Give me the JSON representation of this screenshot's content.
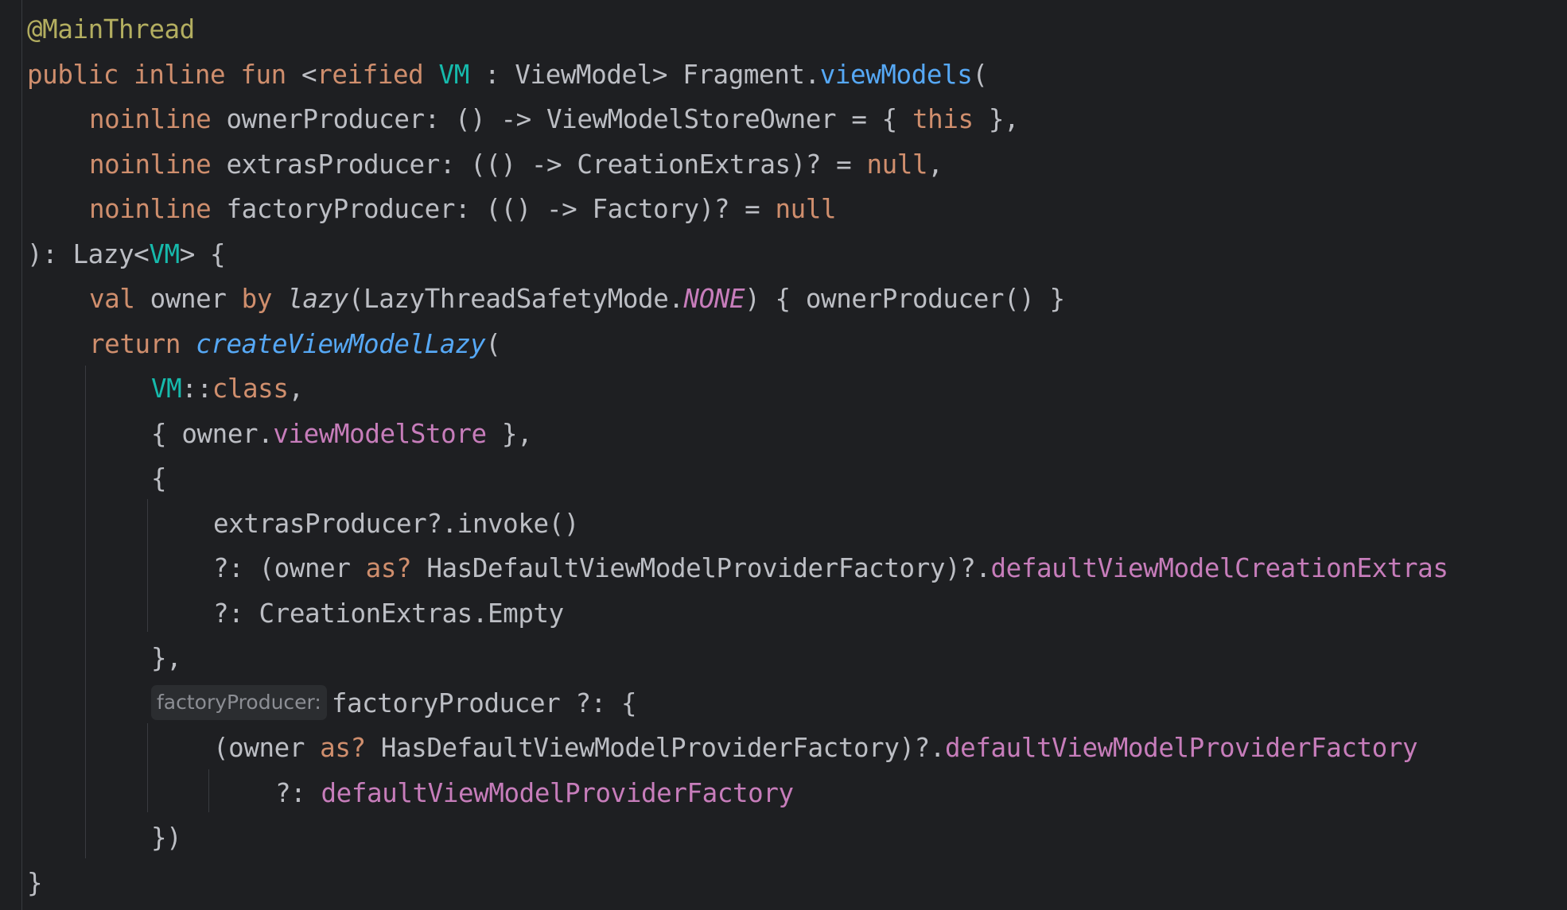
{
  "editor": {
    "colors": {
      "background": "#1E1F22",
      "text": "#BCBEC4",
      "keyword": "#CF8E6D",
      "annotation": "#B3AE60",
      "type_param": "#16BAAC",
      "function": "#56A8F5",
      "property": "#C77DBB"
    },
    "lines": [
      {
        "indent": 0,
        "tokens": [
          {
            "t": "@MainThread",
            "c": "ann"
          }
        ]
      },
      {
        "indent": 0,
        "tokens": [
          {
            "t": "public",
            "c": "kw"
          },
          {
            "t": " "
          },
          {
            "t": "inline",
            "c": "kw"
          },
          {
            "t": " "
          },
          {
            "t": "fun",
            "c": "kw"
          },
          {
            "t": " <"
          },
          {
            "t": "reified",
            "c": "kw"
          },
          {
            "t": " "
          },
          {
            "t": "VM",
            "c": "tp"
          },
          {
            "t": " : ViewModel> Fragment."
          },
          {
            "t": "viewModels",
            "c": "fn"
          },
          {
            "t": "("
          }
        ]
      },
      {
        "indent": 1,
        "tokens": [
          {
            "t": "noinline",
            "c": "kw"
          },
          {
            "t": " ownerProducer: () -> ViewModelStoreOwner = { "
          },
          {
            "t": "this",
            "c": "kw"
          },
          {
            "t": " },"
          }
        ]
      },
      {
        "indent": 1,
        "tokens": [
          {
            "t": "noinline",
            "c": "kw"
          },
          {
            "t": " extrasProducer: (() -> CreationExtras)? = "
          },
          {
            "t": "null",
            "c": "kw"
          },
          {
            "t": ","
          }
        ]
      },
      {
        "indent": 1,
        "tokens": [
          {
            "t": "noinline",
            "c": "kw"
          },
          {
            "t": " factoryProducer: (() -> Factory)? = "
          },
          {
            "t": "null",
            "c": "kw"
          }
        ]
      },
      {
        "indent": 0,
        "tokens": [
          {
            "t": "): Lazy<"
          },
          {
            "t": "VM",
            "c": "tp"
          },
          {
            "t": "> {"
          }
        ]
      },
      {
        "indent": 1,
        "tokens": [
          {
            "t": "val",
            "c": "kw"
          },
          {
            "t": " owner "
          },
          {
            "t": "by",
            "c": "kw"
          },
          {
            "t": " "
          },
          {
            "t": "lazy",
            "c": "it"
          },
          {
            "t": "(LazyThreadSafetyMode."
          },
          {
            "t": "NONE",
            "c": "propit"
          },
          {
            "t": ") { ownerProducer() }"
          }
        ]
      },
      {
        "indent": 1,
        "tokens": [
          {
            "t": "return",
            "c": "kw"
          },
          {
            "t": " "
          },
          {
            "t": "createViewModelLazy",
            "c": "fnit"
          },
          {
            "t": "("
          }
        ]
      },
      {
        "indent": 2,
        "tokens": [
          {
            "t": "VM",
            "c": "tp"
          },
          {
            "t": "::"
          },
          {
            "t": "class",
            "c": "kw"
          },
          {
            "t": ","
          }
        ]
      },
      {
        "indent": 2,
        "tokens": [
          {
            "t": "{ owner."
          },
          {
            "t": "viewModelStore",
            "c": "prop"
          },
          {
            "t": " },"
          }
        ]
      },
      {
        "indent": 2,
        "tokens": [
          {
            "t": "{"
          }
        ]
      },
      {
        "indent": 3,
        "tokens": [
          {
            "t": "extrasProducer?.invoke()"
          }
        ]
      },
      {
        "indent": 3,
        "tokens": [
          {
            "t": "?: (owner "
          },
          {
            "t": "as?",
            "c": "kw"
          },
          {
            "t": " HasDefaultViewModelProviderFactory)?."
          },
          {
            "t": "defaultViewModelCreationExtras",
            "c": "prop"
          }
        ]
      },
      {
        "indent": 3,
        "tokens": [
          {
            "t": "?: CreationExtras.Empty"
          }
        ]
      },
      {
        "indent": 2,
        "tokens": [
          {
            "t": "},"
          }
        ]
      },
      {
        "indent": 2,
        "tokens": [
          {
            "t": "factoryProducer:",
            "c": "hint"
          },
          {
            "t": "factoryProducer ?: {"
          }
        ]
      },
      {
        "indent": 3,
        "tokens": [
          {
            "t": "(owner "
          },
          {
            "t": "as?",
            "c": "kw"
          },
          {
            "t": " HasDefaultViewModelProviderFactory)?."
          },
          {
            "t": "defaultViewModelProviderFactory",
            "c": "prop"
          }
        ]
      },
      {
        "indent": 4,
        "tokens": [
          {
            "t": "?: "
          },
          {
            "t": "defaultViewModelProviderFactory",
            "c": "prop"
          }
        ]
      },
      {
        "indent": 2,
        "tokens": [
          {
            "t": "})"
          }
        ]
      },
      {
        "indent": 0,
        "tokens": [
          {
            "t": "}"
          }
        ]
      }
    ]
  }
}
